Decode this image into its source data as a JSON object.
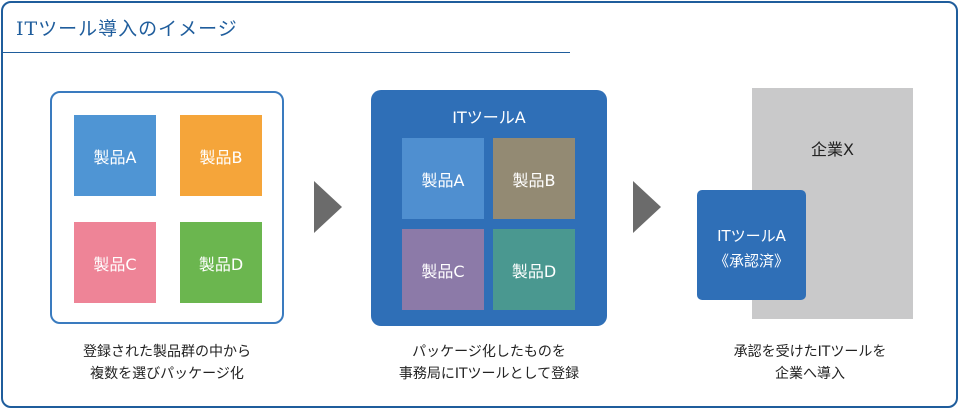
{
  "title": "ITツール導入のイメージ",
  "colors": {
    "border": "#1f5d9c",
    "panel_blue": "#2f6fb7",
    "arrow": "#6b6b6b",
    "company_gray": "#c9c9ca"
  },
  "step1": {
    "tiles": [
      {
        "label": "製品A",
        "color": "#4f95d4"
      },
      {
        "label": "製品B",
        "color": "#f5a53a"
      },
      {
        "label": "製品C",
        "color": "#ee8497"
      },
      {
        "label": "製品D",
        "color": "#6bb64f"
      }
    ],
    "caption_line1": "登録された製品群の中から",
    "caption_line2": "複数を選びパッケージ化"
  },
  "step2": {
    "package_title": "ITツールA",
    "tiles": [
      {
        "label": "製品A",
        "color": "#4f8fd0"
      },
      {
        "label": "製品B",
        "color": "#938a73"
      },
      {
        "label": "製品C",
        "color": "#8c7aa8"
      },
      {
        "label": "製品D",
        "color": "#4a9890"
      }
    ],
    "caption_line1": "パッケージ化したものを",
    "caption_line2": "事務局にITツールとして登録"
  },
  "step3": {
    "company_label": "企業X",
    "tool_line1": "ITツールA",
    "tool_line2": "《承認済》",
    "caption_line1": "承認を受けたITツールを",
    "caption_line2": "企業へ導入"
  }
}
